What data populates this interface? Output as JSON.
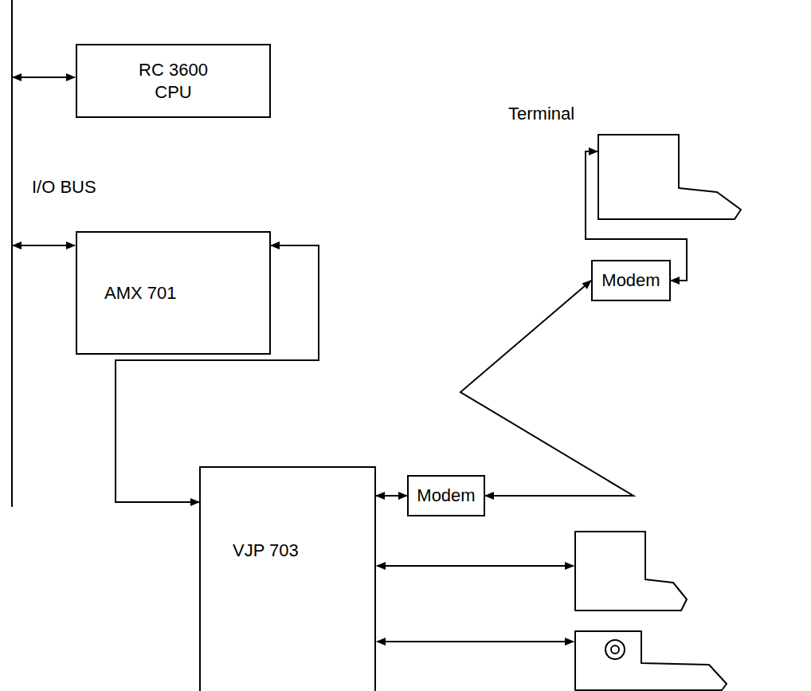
{
  "diagram": {
    "nodes": [
      {
        "text": [
          "RC 3600 CPU"
        ]
      },
      {
        "text": [
          "AMX 701"
        ]
      },
      {
        "text": [
          "VJP 703"
        ]
      },
      {
        "text": [
          "Modem"
        ]
      },
      {
        "text": [
          "Modem"
        ]
      },
      {
        "text": [
          "Terminal"
        ]
      }
    ],
    "edges": [
      {
        "from": 1,
        "to": 2,
        "arrow": "both"
      },
      {
        "from": 2,
        "to": 3,
        "arrow": "both"
      },
      {
        "from": 3,
        "to": 4,
        "arrow": "both"
      },
      {
        "from": 4,
        "to": 5,
        "arrow": "both"
      }
    ],
    "labels": [
      "I/O BUS"
    ]
  }
}
